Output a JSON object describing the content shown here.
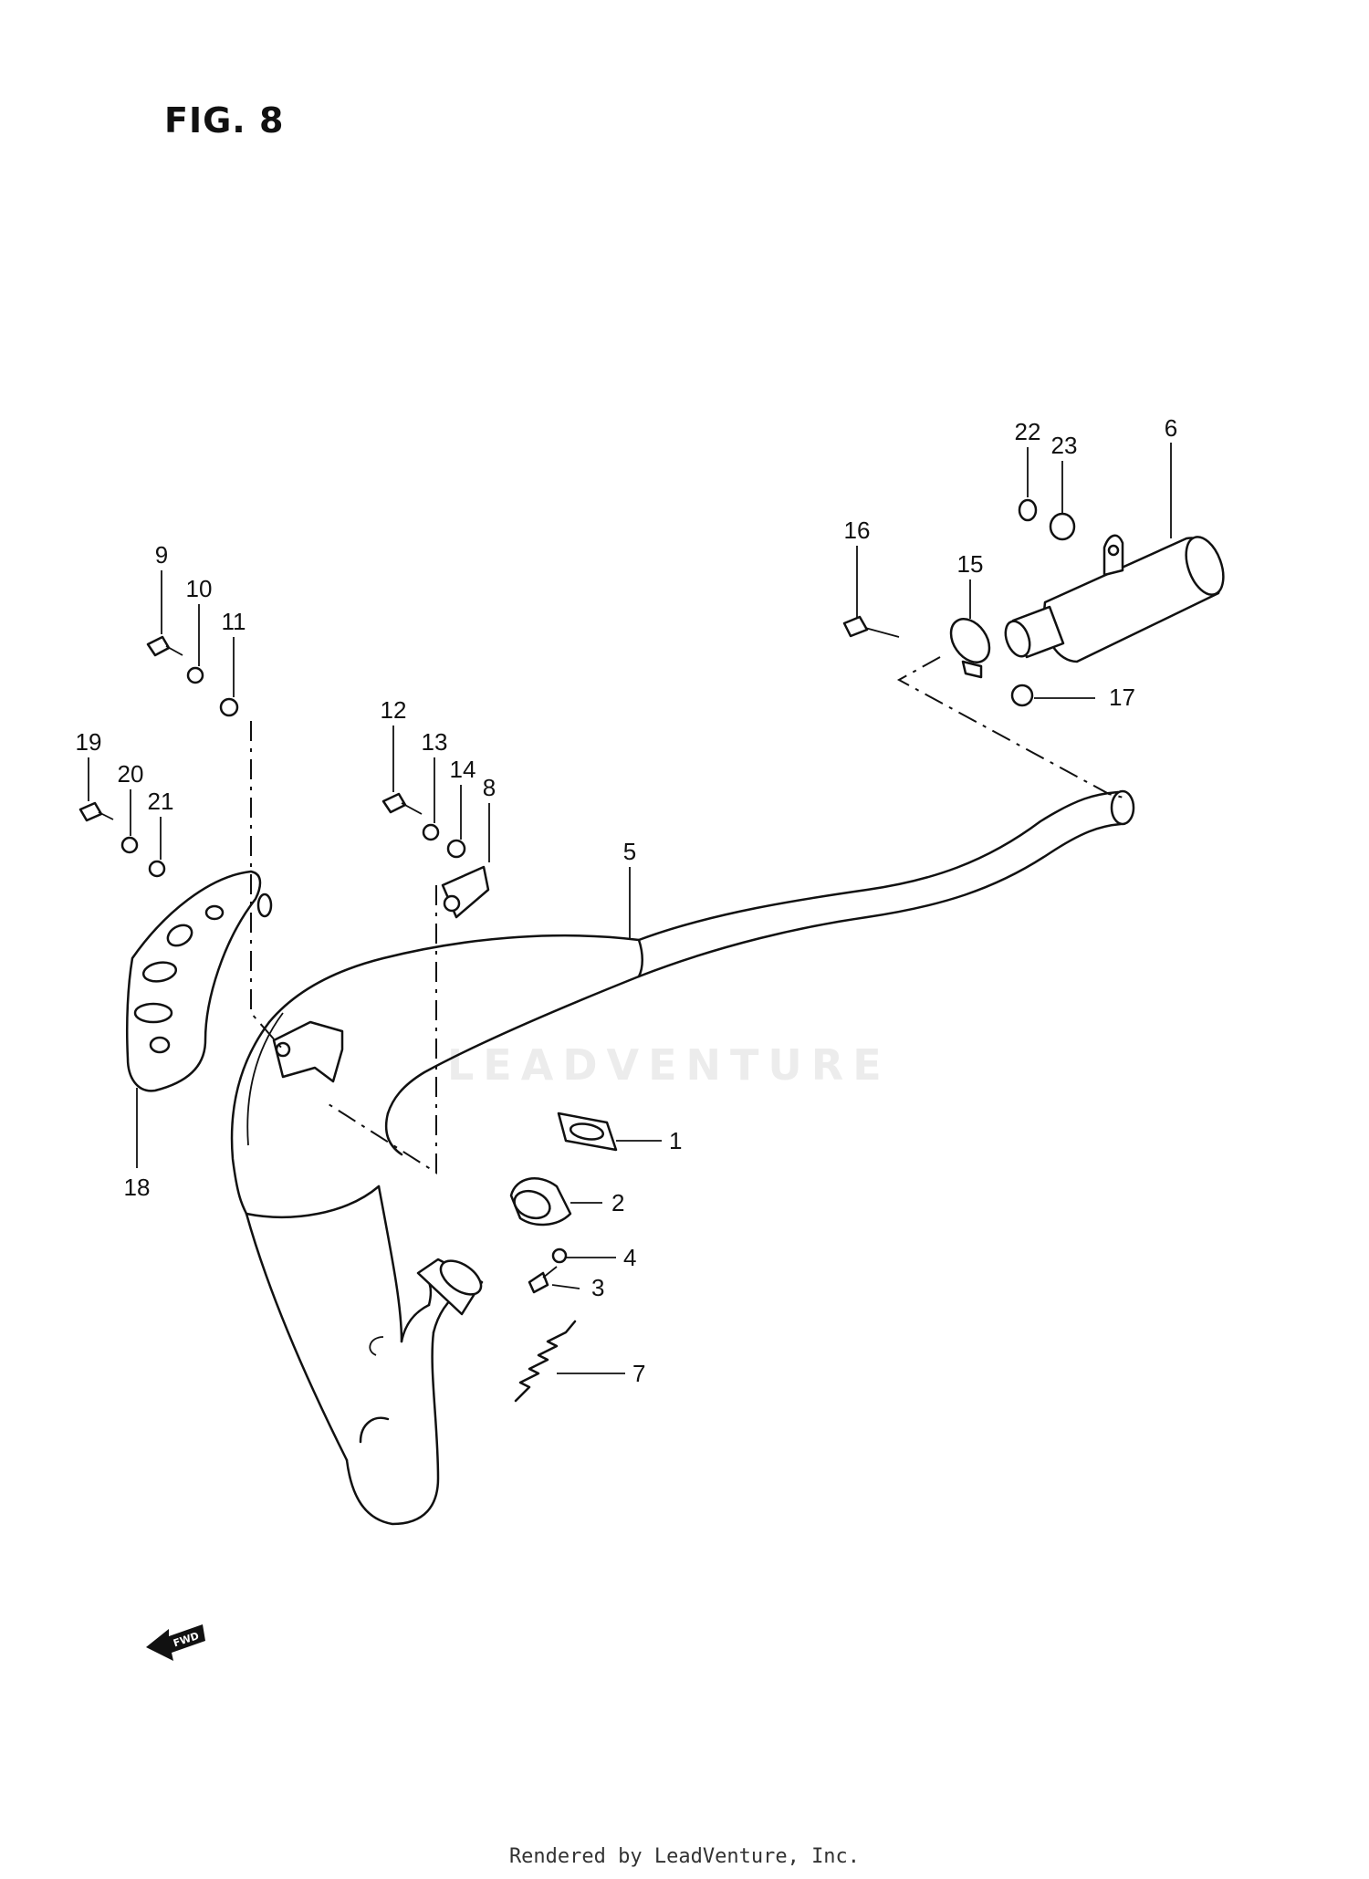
{
  "figure": {
    "title": "FIG. 8"
  },
  "parts": [
    {
      "ref": "1"
    },
    {
      "ref": "2"
    },
    {
      "ref": "3"
    },
    {
      "ref": "4"
    },
    {
      "ref": "5"
    },
    {
      "ref": "6"
    },
    {
      "ref": "7"
    },
    {
      "ref": "8"
    },
    {
      "ref": "9"
    },
    {
      "ref": "10"
    },
    {
      "ref": "11"
    },
    {
      "ref": "12"
    },
    {
      "ref": "13"
    },
    {
      "ref": "14"
    },
    {
      "ref": "15"
    },
    {
      "ref": "16"
    },
    {
      "ref": "17"
    },
    {
      "ref": "18"
    },
    {
      "ref": "19"
    },
    {
      "ref": "20"
    },
    {
      "ref": "21"
    },
    {
      "ref": "22"
    },
    {
      "ref": "23"
    }
  ],
  "direction_marker": {
    "label": "FWD"
  },
  "watermark": "LEADVENTURE",
  "footer": "Rendered by LeadVenture, Inc."
}
